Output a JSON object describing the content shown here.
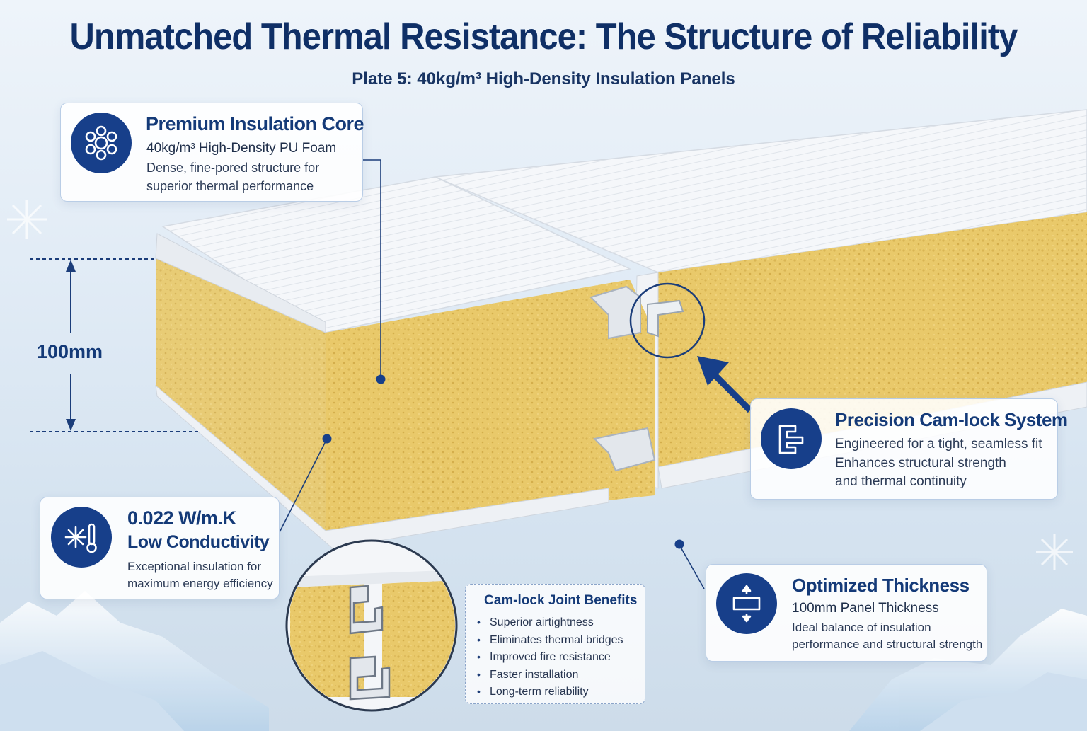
{
  "header": {
    "title": "Unmatched Thermal Resistance: The Structure of Reliability",
    "subtitle": "Plate 5: 40kg/m³ High-Density Insulation Panels"
  },
  "dimension": {
    "label": "100mm"
  },
  "cards": {
    "core": {
      "icon": "foam-cell-icon",
      "heading": "Premium Insulation Core",
      "subheading": "40kg/m³ High-Density PU Foam",
      "lines": [
        "Dense, fine-pored structure for",
        "superior thermal performance"
      ]
    },
    "conductivity": {
      "icon": "snowflake-thermometer-icon",
      "heading_value": "0.022 W/m.K",
      "heading": "Low Conductivity",
      "lines": [
        "Exceptional insulation for",
        "maximum energy efficiency"
      ]
    },
    "camlock": {
      "icon": "cam-lock-icon",
      "heading": "Precision Cam-lock System",
      "lines": [
        "Engineered for a tight, seamless fit",
        "Enhances structural strength",
        "and thermal continuity"
      ]
    },
    "thickness": {
      "icon": "thickness-arrows-icon",
      "heading": "Optimized Thickness",
      "subheading": "100mm Panel Thickness",
      "lines": [
        "Ideal balance of insulation",
        "performance and structural strength"
      ]
    }
  },
  "benefits": {
    "title": "Cam-lock Joint Benefits",
    "items": [
      "Superior airtightness",
      "Eliminates thermal bridges",
      "Improved fire resistance",
      "Faster installation",
      "Long-term reliability"
    ]
  },
  "colors": {
    "navy": "#143a78",
    "badge": "#173f8a",
    "foam": "#e8c868",
    "panel_skin": "#f4f6f9"
  }
}
